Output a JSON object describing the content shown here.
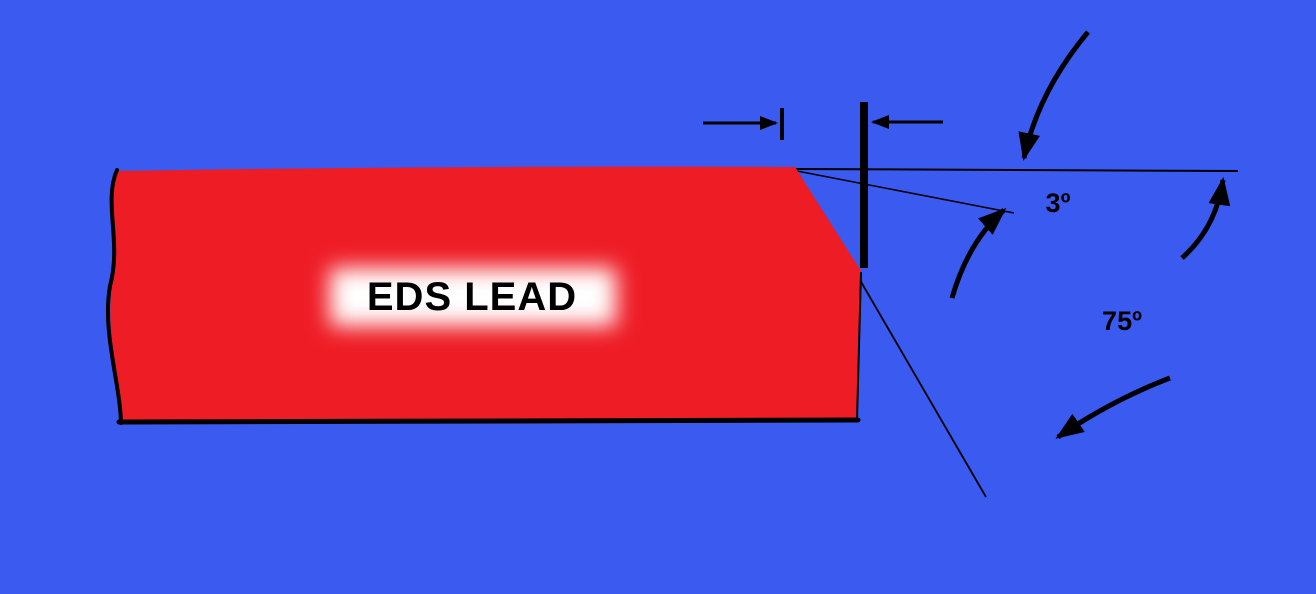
{
  "scene": {
    "background_color": "#3a5af0",
    "line_color": "#000000",
    "lead": {
      "label": "EDS LEAD",
      "fill_color": "#ee1c25",
      "glow_color": "#ffffff"
    },
    "angles": {
      "top_rake_label": "3º",
      "relief_label": "75º"
    }
  }
}
